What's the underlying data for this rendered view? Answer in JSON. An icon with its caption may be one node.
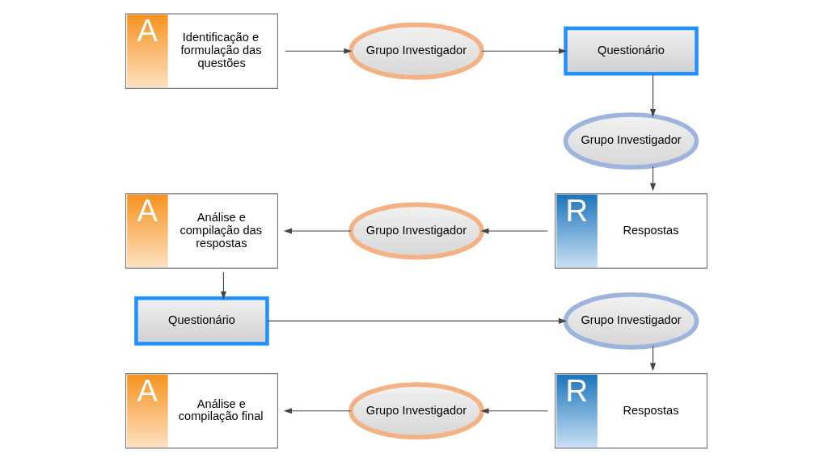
{
  "diagram": {
    "nodes": [
      {
        "text": [
          "A",
          "Identificação e formulação das questões"
        ]
      },
      {
        "text": [
          "Grupo Investigador"
        ]
      },
      {
        "text": [
          "Questionário"
        ]
      },
      {
        "text": [
          "Grupo Investigador"
        ]
      },
      {
        "text": [
          "R",
          "Respostas"
        ]
      },
      {
        "text": [
          "Grupo Investigador"
        ]
      },
      {
        "text": [
          "A",
          "Análise e compilação das respostas"
        ]
      },
      {
        "text": [
          "Questionário"
        ]
      },
      {
        "text": [
          "Grupo Investigador"
        ]
      },
      {
        "text": [
          "R",
          "Respostas"
        ]
      },
      {
        "text": [
          "Grupo Investigador"
        ]
      },
      {
        "text": [
          "A",
          "Análise e compilação final"
        ]
      }
    ],
    "edges": [
      {
        "from": 0,
        "to": 1,
        "arrow": "to"
      },
      {
        "from": 1,
        "to": 2,
        "arrow": "to"
      },
      {
        "from": 2,
        "to": 3,
        "arrow": "to"
      },
      {
        "from": 3,
        "to": 4,
        "arrow": "to"
      },
      {
        "from": 4,
        "to": 5,
        "arrow": "to"
      },
      {
        "from": 5,
        "to": 6,
        "arrow": "to"
      },
      {
        "from": 6,
        "to": 7,
        "arrow": "to"
      },
      {
        "from": 7,
        "to": 8,
        "arrow": "to"
      },
      {
        "from": 8,
        "to": 9,
        "arrow": "to"
      },
      {
        "from": 9,
        "to": 10,
        "arrow": "to"
      },
      {
        "from": 10,
        "to": 11,
        "arrow": "to"
      }
    ]
  }
}
